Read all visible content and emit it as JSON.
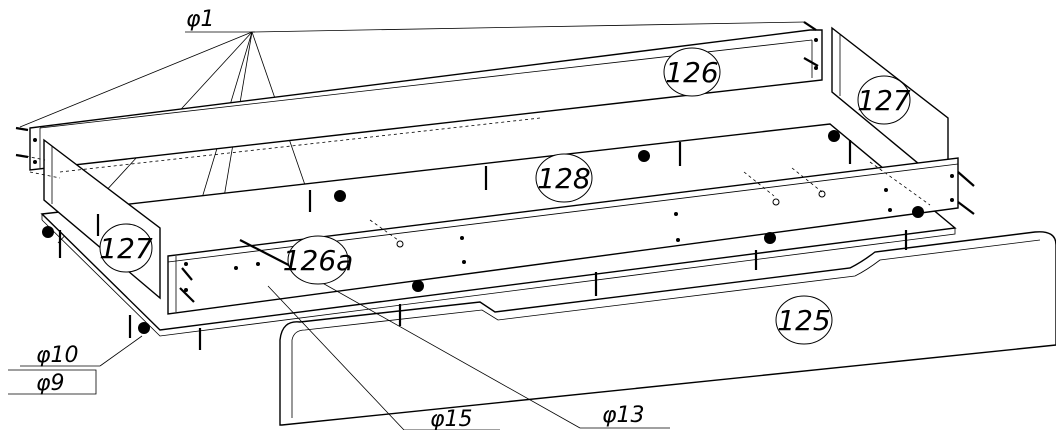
{
  "callouts": {
    "f1": "φ1",
    "f10": "φ10",
    "f9": "φ9",
    "f15": "φ15",
    "f13": "φ13"
  },
  "parts": {
    "p126": "126",
    "p127_right": "127",
    "p127_left": "127",
    "p128": "128",
    "p126a": "126a",
    "p125": "125"
  }
}
